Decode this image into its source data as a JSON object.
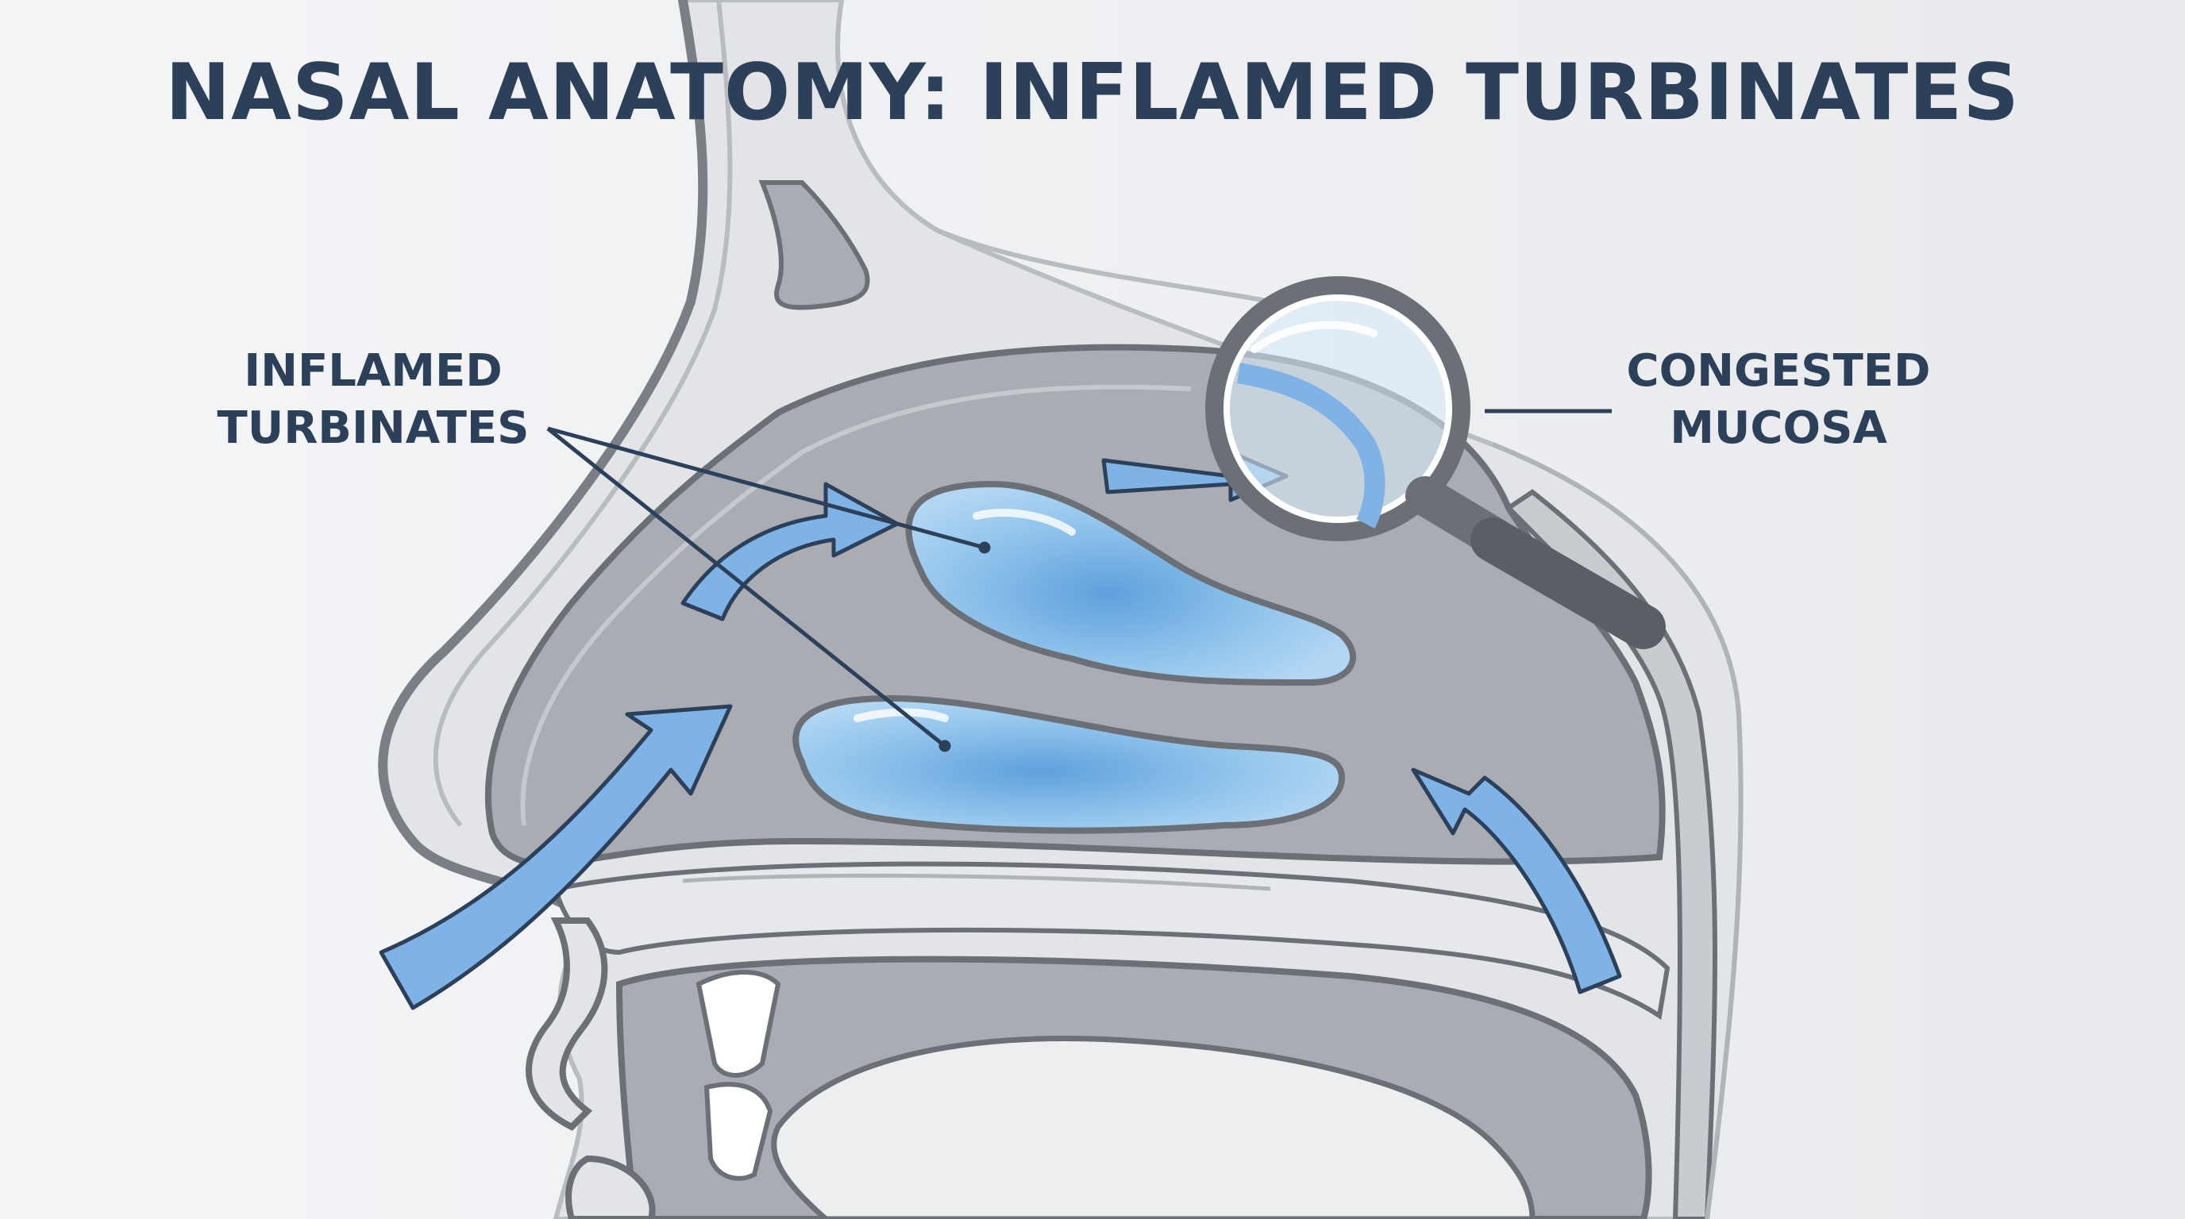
{
  "title": "NASAL ANATOMY: INFLAMED TURBINATES",
  "labels": {
    "inflamed": [
      "INFLAMED",
      "TURBINATES"
    ],
    "congested": [
      "CONGESTED",
      "MUCOSA"
    ]
  },
  "colors": {
    "background": "#eef0f3",
    "cavity": "#a9acb2",
    "outline": "#6b6f76",
    "turbinate": "#8dc0ea",
    "arrow": "#7fb3e6",
    "text": "#2d405a"
  },
  "icons": [
    "magnifier-icon",
    "airflow-arrow-icon"
  ]
}
